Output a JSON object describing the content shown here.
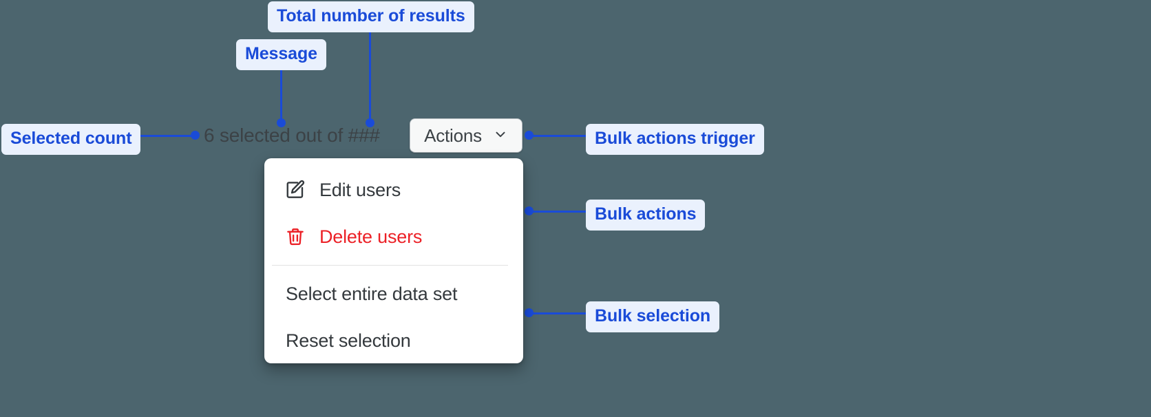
{
  "theme": {
    "canvas_bg": "#4c656e",
    "annotation_bg": "#eaf1fd",
    "annotation_fg": "#1a4bd8",
    "leader_color": "#1a4bd8",
    "menu_bg": "#ffffff",
    "menu_fg": "#34393d",
    "danger_fg": "#ec2127",
    "button_bg": "#f7f8f8",
    "button_border": "#b9c0c4",
    "message_fg": "#3c4246",
    "separator": "#e2e2e2"
  },
  "annotations": [
    {
      "id": "total-results",
      "label": "Total number of results"
    },
    {
      "id": "message",
      "label": "Message"
    },
    {
      "id": "selected-count",
      "label": "Selected count"
    },
    {
      "id": "bulk-actions-trigger",
      "label": "Bulk actions trigger"
    },
    {
      "id": "bulk-actions",
      "label": "Bulk actions"
    },
    {
      "id": "bulk-selection",
      "label": "Bulk selection"
    }
  ],
  "widget": {
    "selection_message": "6 selected out of ###",
    "selected_count": "6",
    "total_results_placeholder": "###",
    "trigger": {
      "label": "Actions",
      "icon": "chevron-down-icon"
    },
    "menu": {
      "bulk_actions": [
        {
          "id": "edit-users",
          "label": "Edit users",
          "icon": "edit-pencil-icon",
          "tone": "default"
        },
        {
          "id": "delete-users",
          "label": "Delete users",
          "icon": "trash-icon",
          "tone": "danger"
        }
      ],
      "bulk_selection": [
        {
          "id": "select-entire-data-set",
          "label": "Select entire data set",
          "icon": "",
          "tone": "default"
        },
        {
          "id": "reset-selection",
          "label": "Reset selection",
          "icon": "",
          "tone": "default"
        }
      ]
    }
  }
}
